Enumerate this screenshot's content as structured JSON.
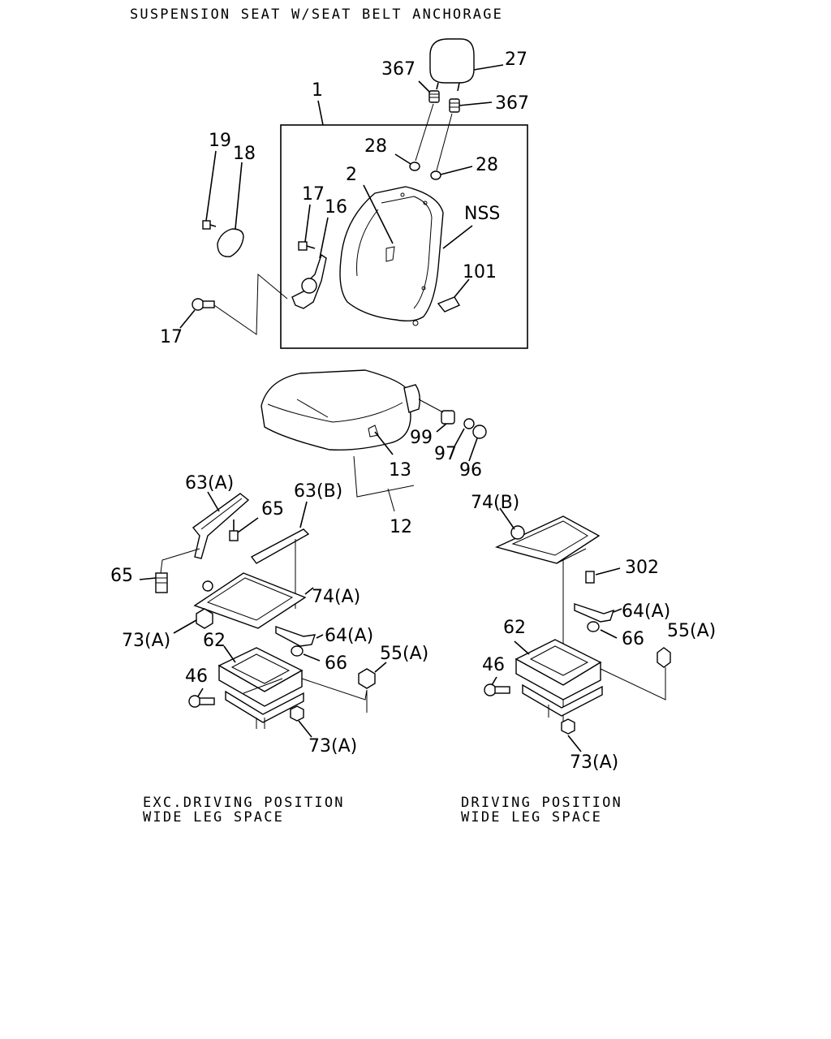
{
  "title": "SUSPENSION SEAT W/SEAT BELT ANCHORAGE",
  "callouts": {
    "c1": "1",
    "c2": "2",
    "c12": "12",
    "c13": "13",
    "c16": "16",
    "c17a": "17",
    "c17b": "17",
    "c18": "18",
    "c19": "19",
    "c27": "27",
    "c28a": "28",
    "c28b": "28",
    "c367a": "367",
    "c367b": "367",
    "nss": "NSS",
    "c101": "101",
    "c96": "96",
    "c97": "97",
    "c99": "99",
    "l63a": "63(A)",
    "l63b": "63(B)",
    "l65a": "65",
    "l65b": "65",
    "l74a": "74(A)",
    "l73a1": "73(A)",
    "l64a": "64(A)",
    "l66": "66",
    "l62": "62",
    "l46": "46",
    "l55a": "55(A)",
    "l73a2": "73(A)",
    "r74b": "74(B)",
    "r302": "302",
    "r64a": "64(A)",
    "r66": "66",
    "r62": "62",
    "r55a": "55(A)",
    "r46": "46",
    "r73a": "73(A)"
  },
  "captions": {
    "left_line1": "EXC.DRIVING POSITION",
    "left_line2": "WIDE LEG SPACE",
    "right_line1": "DRIVING POSITION",
    "right_line2": "WIDE LEG SPACE"
  }
}
